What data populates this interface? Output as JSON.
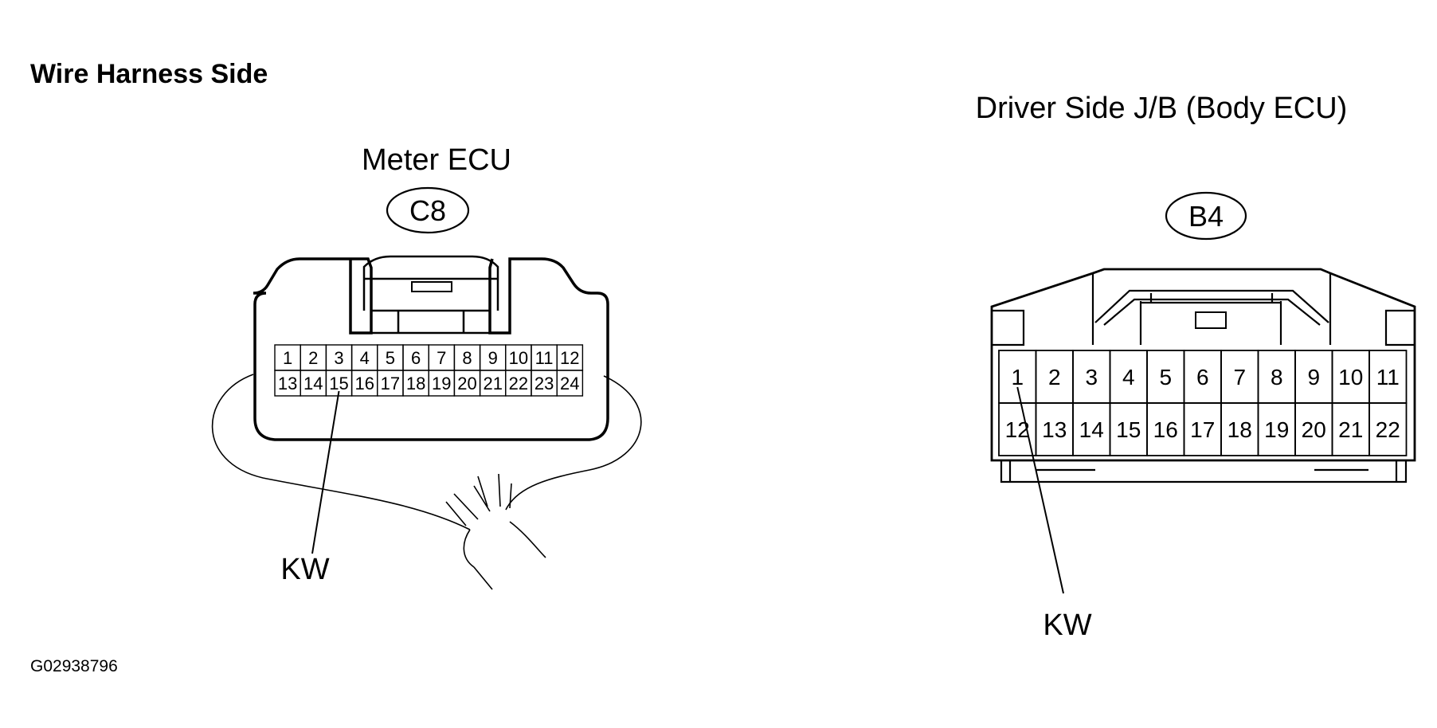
{
  "title": "Wire Harness Side",
  "figure_id": "G02938796",
  "left_connector": {
    "name": "Meter ECU",
    "code": "C8",
    "pins_row1": [
      "1",
      "2",
      "3",
      "4",
      "5",
      "6",
      "7",
      "8",
      "9",
      "10",
      "11",
      "12"
    ],
    "pins_row2": [
      "13",
      "14",
      "15",
      "16",
      "17",
      "18",
      "19",
      "20",
      "21",
      "22",
      "23",
      "24"
    ],
    "pointer_label": "KW",
    "pointer_pin": "15"
  },
  "right_connector": {
    "name": "Driver Side J/B (Body ECU)",
    "code": "B4",
    "pins_row1": [
      "1",
      "2",
      "3",
      "4",
      "5",
      "6",
      "7",
      "8",
      "9",
      "10",
      "11"
    ],
    "pins_row2": [
      "12",
      "13",
      "14",
      "15",
      "16",
      "17",
      "18",
      "19",
      "20",
      "21",
      "22"
    ],
    "pointer_label": "KW",
    "pointer_pin": "1"
  }
}
